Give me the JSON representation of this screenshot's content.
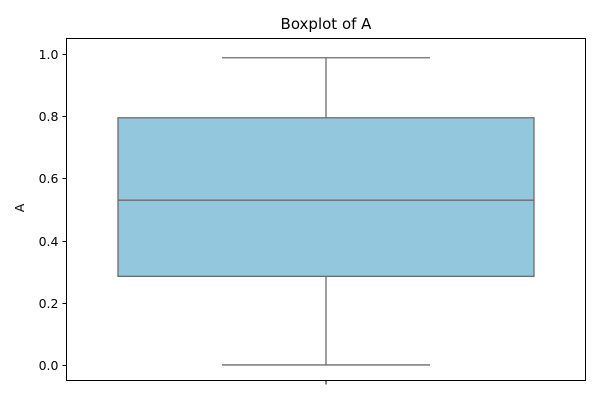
{
  "chart_data": {
    "type": "boxplot",
    "title": "Boxplot of A",
    "xlabel": "",
    "ylabel": "A",
    "ylim": [
      -0.05,
      1.05
    ],
    "yticks": [
      0.0,
      0.2,
      0.4,
      0.6,
      0.8,
      1.0
    ],
    "ytick_labels": [
      "0.0",
      "0.2",
      "0.4",
      "0.6",
      "0.8",
      "1.0"
    ],
    "grid": false,
    "series": [
      {
        "min": 0.0,
        "q1": 0.285,
        "median": 0.53,
        "q3": 0.795,
        "max": 0.988
      }
    ],
    "box_color": "#93c7de",
    "line_color": "#6b6b6b"
  }
}
